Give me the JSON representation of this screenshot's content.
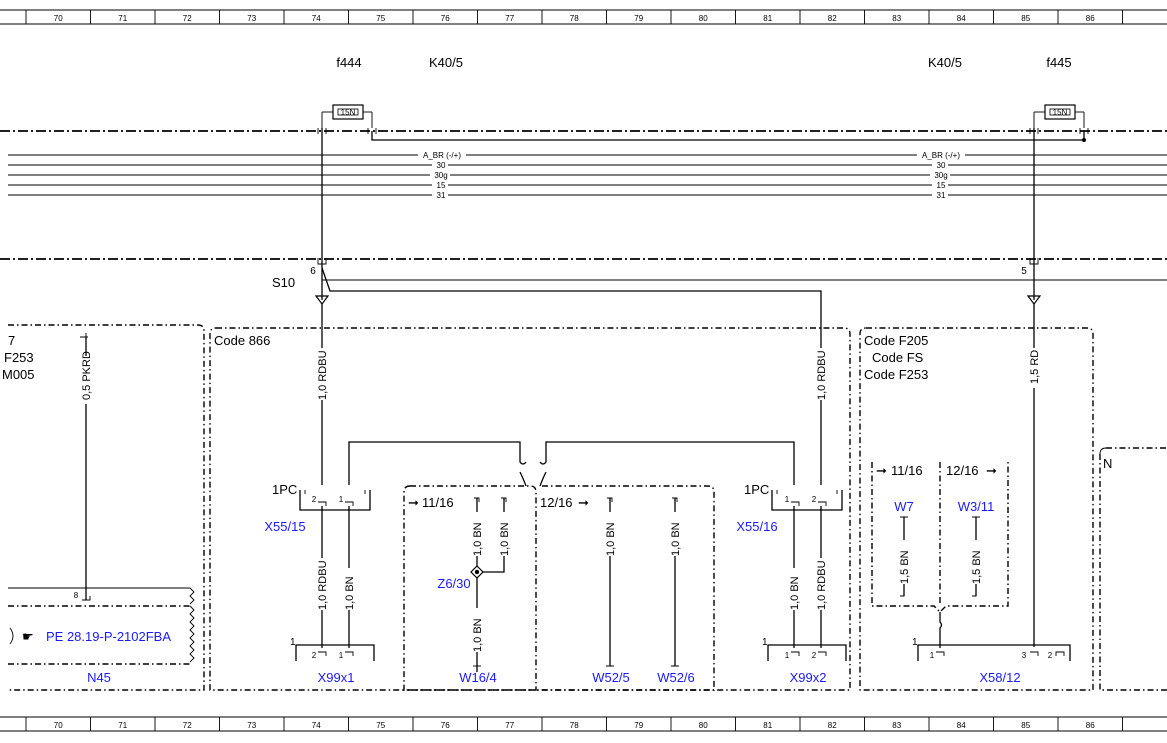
{
  "ruler_numbers": [
    "70",
    "71",
    "72",
    "73",
    "74",
    "75",
    "76",
    "77",
    "78",
    "79",
    "80",
    "81",
    "82",
    "83",
    "84",
    "85",
    "86"
  ],
  "top_labels": {
    "f444": "f444",
    "k40_left": "K40/5",
    "k40_right": "K40/5",
    "f445": "f445",
    "fuse_left": "15N",
    "fuse_right": "15N"
  },
  "bus": {
    "a_br": "A_BR (-/+)",
    "l30": "30",
    "l30g": "30g",
    "l15": "15",
    "l31": "31"
  },
  "splice": {
    "s10": "S10",
    "pin6": "6",
    "pin5": "5"
  },
  "left_block": {
    "code_frag_1": "7",
    "code_frag_2": "F253",
    "code_frag_3": "M005",
    "wire": "0,5 PKRD",
    "pin8": "8",
    "ref": "PE 28.19-P-2102FBA",
    "component": "N45"
  },
  "code866": {
    "title": "Code 866",
    "wire_left_top": "1,0 RDBU",
    "wire_right_top": "1,0 RDBU",
    "conn_left_header": "1PC",
    "conn_right_header": "1PC",
    "x55_15": "X55/15",
    "x55_16": "X55/16",
    "pin1": "1",
    "pin2": "2",
    "wire_rdbu": "1,0 RDBU",
    "wire_bn": "1,0 BN",
    "x99x1": "X99x1",
    "x99x2": "X99x2"
  },
  "middle": {
    "ref_11_16": "11/16",
    "ref_12_16": "12/16",
    "wire_bn": "1,0 BN",
    "z6_30": "Z6/30",
    "w16_4": "W16/4",
    "w52_5": "W52/5",
    "w52_6": "W52/6"
  },
  "right_block": {
    "code1": "Code F205",
    "code2": "Code FS",
    "code3": "Code F253",
    "wire_rd": "1,5 RD",
    "ref_11_16": "11/16",
    "ref_12_16": "12/16",
    "w7": "W7",
    "w3_11": "W3/11",
    "wire_bn": "1,5 BN",
    "pin1": "1",
    "pin3": "3",
    "pin2": "2",
    "x58_12": "X58/12"
  },
  "far_right": {
    "n": "N"
  }
}
